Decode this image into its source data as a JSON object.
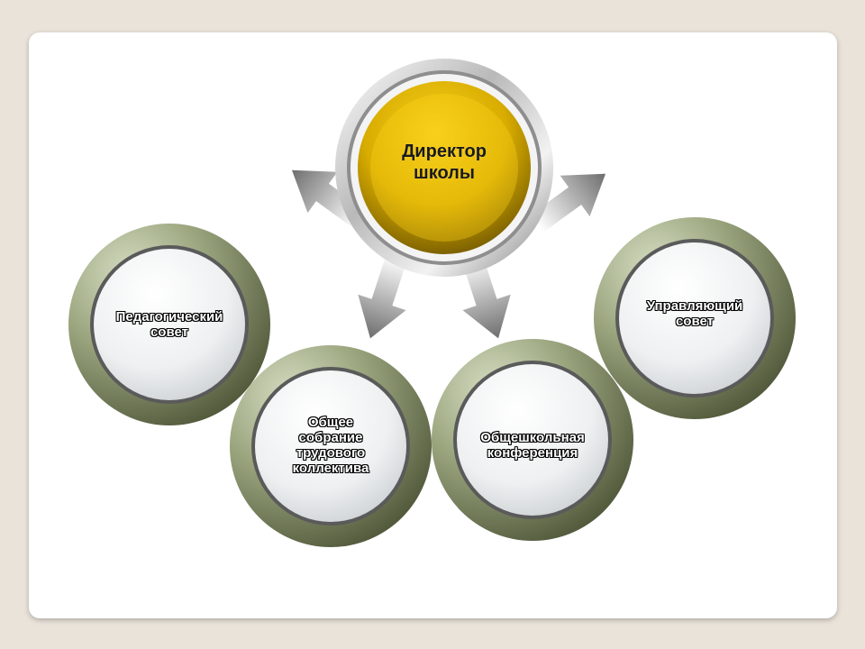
{
  "center": {
    "line1": "Директор",
    "line2": "школы"
  },
  "nodes": {
    "pedagogical": {
      "line1": "Педагогический",
      "line2": "совет"
    },
    "general_meeting": {
      "line1": "Общее",
      "line2": "собрание",
      "line3": "трудового",
      "line4": "коллектива"
    },
    "school_conference": {
      "line1": "Общешкольная",
      "line2": "конференция"
    },
    "governing": {
      "line1": "Управляющий",
      "line2": "совет"
    }
  },
  "colors": {
    "background": "#e9e3da",
    "slide": "#ffffff",
    "center_gold": "#e0b400",
    "ring_green": "#8f9c70",
    "arrow_gray": "#6e6e6e"
  }
}
